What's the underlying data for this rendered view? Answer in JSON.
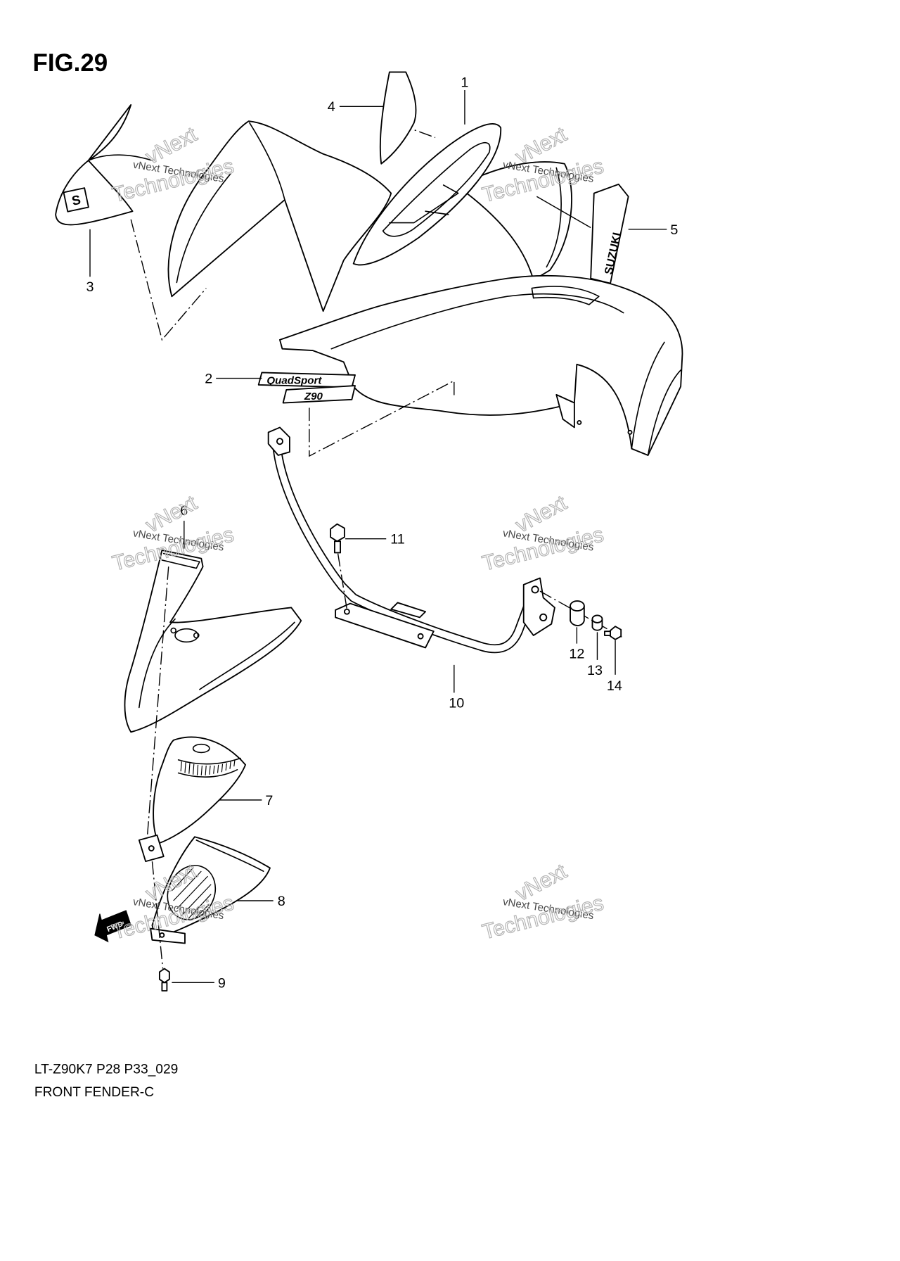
{
  "figure": {
    "title": "FIG.29",
    "model_code": "LT-Z90K7 P28 P33_029",
    "caption": "FRONT FENDER-C"
  },
  "callouts": [
    "1",
    "2",
    "3",
    "4",
    "5",
    "6",
    "7",
    "8",
    "9",
    "10",
    "11",
    "12",
    "13",
    "14"
  ],
  "decals": {
    "logo": "S",
    "brand": "SUZUKI",
    "model_line": "QuadSport",
    "model": "Z90",
    "direction": "FWD"
  },
  "watermark": {
    "large_top": "vNext",
    "small": "vNext Technologies",
    "large_bottom": "Technologies"
  },
  "colors": {
    "line": "#000000",
    "background": "#ffffff",
    "watermark": "#b3b3b3"
  }
}
